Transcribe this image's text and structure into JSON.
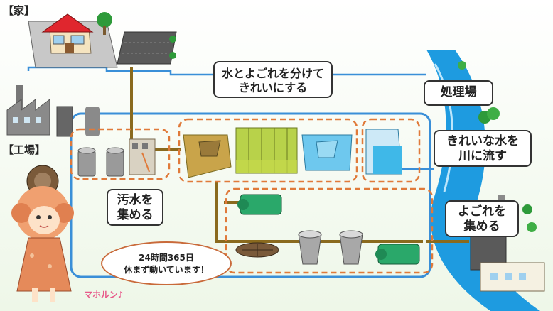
{
  "labels": {
    "house": "【家】",
    "factory": "【工場】",
    "plant": "処理場"
  },
  "callouts": {
    "separate_line1": "水とよごれを分けて",
    "separate_line2": "きれいにする",
    "collect_sewage_line1": "汚水を",
    "collect_sewage_line2": "集める",
    "clean_water_line1": "きれいな水を",
    "clean_water_line2": "川に流す",
    "collect_dirt_line1": "よごれを",
    "collect_dirt_line2": "集める"
  },
  "bubble": {
    "line1": "24時間365日",
    "line2": "休まず動いています！"
  },
  "character_name": "マホルン♪",
  "colors": {
    "river": "#1e9be0",
    "pipe": "#8a6a1e",
    "blue_line": "#3a8fd8",
    "dashed_box": "#e07a3a"
  }
}
